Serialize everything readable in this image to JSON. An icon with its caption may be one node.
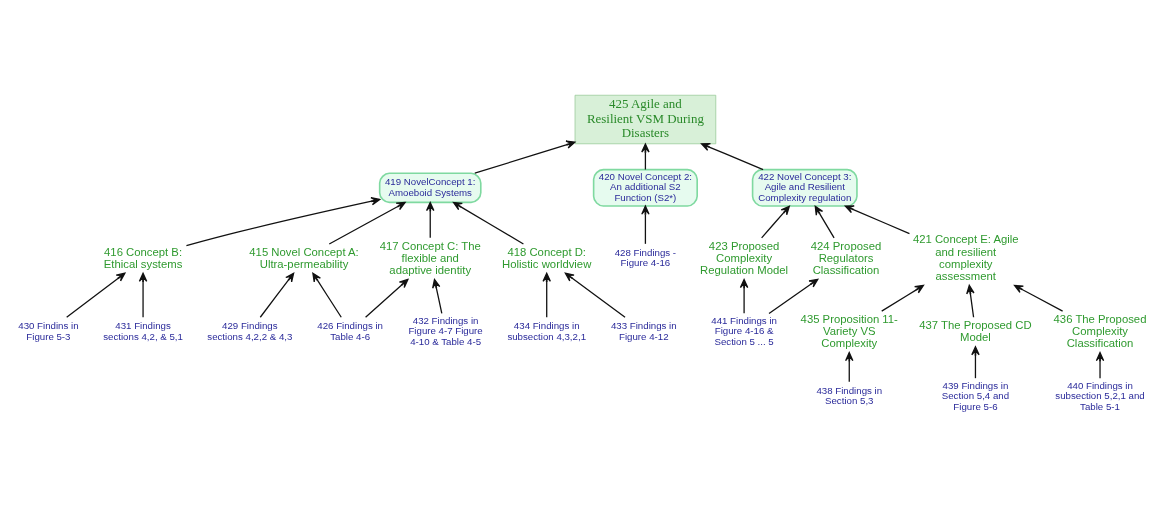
{
  "diagram": {
    "nodes": [
      {
        "text": [
          "425 Agile and Resilient VSM During Disasters"
        ]
      },
      {
        "text": [
          "419 NovelConcept 1: Amoeboid Systems"
        ]
      },
      {
        "text": [
          "420 Novel Concept 2: An additional S2 Function (S2*)"
        ]
      },
      {
        "text": [
          "422 Novel Concept 3: Agile and Resilient Complexity regulation"
        ]
      },
      {
        "text": [
          "416 Concept B: Ethical systems"
        ]
      },
      {
        "text": [
          "415 Novel Concept A: Ultra-permeability"
        ]
      },
      {
        "text": [
          "417 Concept C: The flexible and adaptive identity"
        ]
      },
      {
        "text": [
          "418 Concept D: Holistic worldview"
        ]
      },
      {
        "text": [
          "423 Proposed Complexity Regulation Model"
        ]
      },
      {
        "text": [
          "424 Proposed Regulators Classification"
        ]
      },
      {
        "text": [
          "421 Concept E: Agile and resilient complexity assessment"
        ]
      },
      {
        "text": [
          "430 Findins in Figure 5-3"
        ]
      },
      {
        "text": [
          "431 Findings sections 4,2, & 5,1"
        ]
      },
      {
        "text": [
          "426 Findings in Table 4-6"
        ]
      },
      {
        "text": [
          "432 Findings in Figure 4-7 Figure 4-10 & Table 4-5"
        ]
      },
      {
        "text": [
          "429 Findings sections 4,2,2 & 4,3"
        ]
      },
      {
        "text": [
          "428 Findings - Figure 4-16"
        ]
      },
      {
        "text": [
          "441 Findings in Figure 4-16 & Section 5 ... 5"
        ]
      },
      {
        "text": [
          "435 Proposition 11- Variety VS Complexity"
        ]
      },
      {
        "text": [
          "437 The Proposed CD Model"
        ]
      },
      {
        "text": [
          "436 The Proposed Complexity Classification"
        ]
      },
      {
        "text": [
          "434 Findings in subsection 4,3,2,1"
        ]
      },
      {
        "text": [
          "433 Findings in Figure 4-12"
        ]
      },
      {
        "text": [
          "438 Findings in Section 5,3"
        ]
      },
      {
        "text": [
          "439 Findings in Section 5,4 and Figure 5-6"
        ]
      },
      {
        "text": [
          "440 Findings in subsection 5,2,1 and Table 5-1"
        ]
      }
    ],
    "edges": [
      {
        "from": 1,
        "to": 0,
        "arrow": "to"
      },
      {
        "from": 2,
        "to": 0,
        "arrow": "to"
      },
      {
        "from": 3,
        "to": 0,
        "arrow": "to"
      },
      {
        "from": 4,
        "to": 1,
        "arrow": "to"
      },
      {
        "from": 5,
        "to": 1,
        "arrow": "to"
      },
      {
        "from": 6,
        "to": 1,
        "arrow": "to"
      },
      {
        "from": 7,
        "to": 1,
        "arrow": "to"
      },
      {
        "from": 16,
        "to": 2,
        "arrow": "to"
      },
      {
        "from": 8,
        "to": 3,
        "arrow": "to"
      },
      {
        "from": 9,
        "to": 3,
        "arrow": "to"
      },
      {
        "from": 10,
        "to": 3,
        "arrow": "to"
      },
      {
        "from": 11,
        "to": 4,
        "arrow": "to"
      },
      {
        "from": 12,
        "to": 4,
        "arrow": "to"
      },
      {
        "from": 15,
        "to": 5,
        "arrow": "to"
      },
      {
        "from": 13,
        "to": 5,
        "arrow": "to"
      },
      {
        "from": 13,
        "to": 6,
        "arrow": "to"
      },
      {
        "from": 14,
        "to": 6,
        "arrow": "to"
      },
      {
        "from": 21,
        "to": 7,
        "arrow": "to"
      },
      {
        "from": 22,
        "to": 7,
        "arrow": "to"
      },
      {
        "from": 17,
        "to": 8,
        "arrow": "to"
      },
      {
        "from": 17,
        "to": 9,
        "arrow": "to"
      },
      {
        "from": 18,
        "to": 10,
        "arrow": "to"
      },
      {
        "from": 19,
        "to": 10,
        "arrow": "to"
      },
      {
        "from": 20,
        "to": 10,
        "arrow": "to"
      },
      {
        "from": 23,
        "to": 18,
        "arrow": "to"
      },
      {
        "from": 24,
        "to": 19,
        "arrow": "to"
      },
      {
        "from": 25,
        "to": 20,
        "arrow": "to"
      }
    ]
  }
}
